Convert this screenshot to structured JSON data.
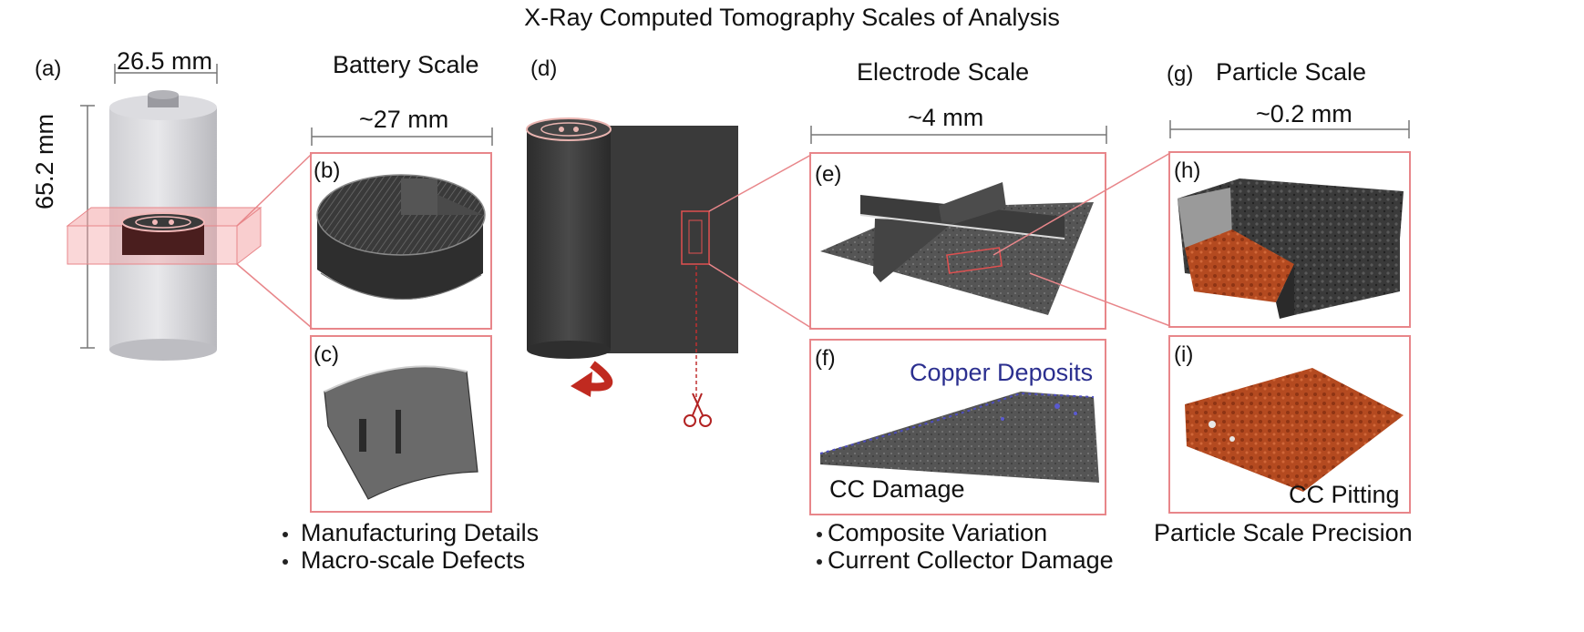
{
  "title": "X-Ray Computed Tomography Scales of Analysis",
  "panels": {
    "a": "(a)",
    "b": "(b)",
    "c": "(c)",
    "d": "(d)",
    "e": "(e)",
    "f": "(f)",
    "g": "(g)",
    "h": "(h)",
    "i": "(i)"
  },
  "headings": {
    "battery": "Battery Scale",
    "electrode": "Electrode Scale",
    "particle": "Particle Scale"
  },
  "dimensions": {
    "cell_width": "26.5 mm",
    "cell_height": "65.2 mm",
    "battery": "~27 mm",
    "electrode": "~4 mm",
    "particle": "~0.2 mm"
  },
  "annotations": {
    "copper_deposits": "Copper Deposits",
    "cc_damage": "CC Damage",
    "cc_pitting": "CC Pitting"
  },
  "bullets": {
    "battery": [
      "Manufacturing Details",
      "Macro-scale Defects"
    ],
    "electrode": [
      "Composite Variation",
      "Current Collector Damage"
    ],
    "particle": "Particle Scale Precision"
  },
  "colors": {
    "box_border": "#e8868a",
    "highlight": "#f4a6a8",
    "electrode_dark": "#3a3a3a",
    "copper": "#b5441e",
    "deposit_blue": "#2b2f8f"
  }
}
